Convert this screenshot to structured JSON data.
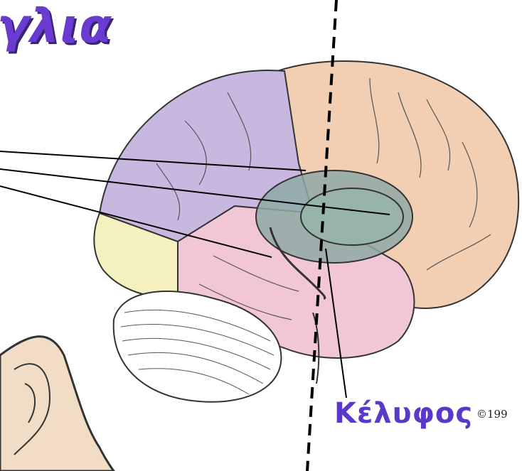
{
  "title": "γλια",
  "label": "Κέλυφος",
  "copyright": "©199",
  "colors": {
    "title": "#6a3bd0",
    "label": "#5a38c8",
    "frontal_lobe": "#f2cfb2",
    "parietal_lobe": "#c8b8e0",
    "occipital_lobe": "#f4f0c0",
    "temporal_lobe": "#f1c6d6",
    "insula_region": "#8fa9a6",
    "cerebellum": "#ffffff",
    "outline": "#333333"
  }
}
